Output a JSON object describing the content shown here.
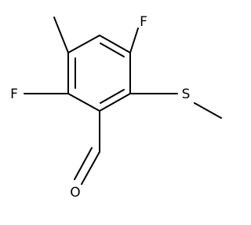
{
  "molecule": {
    "atoms": {
      "f_top": "F",
      "f_left": "F",
      "sulfur": "S",
      "oxygen": "O"
    }
  }
}
